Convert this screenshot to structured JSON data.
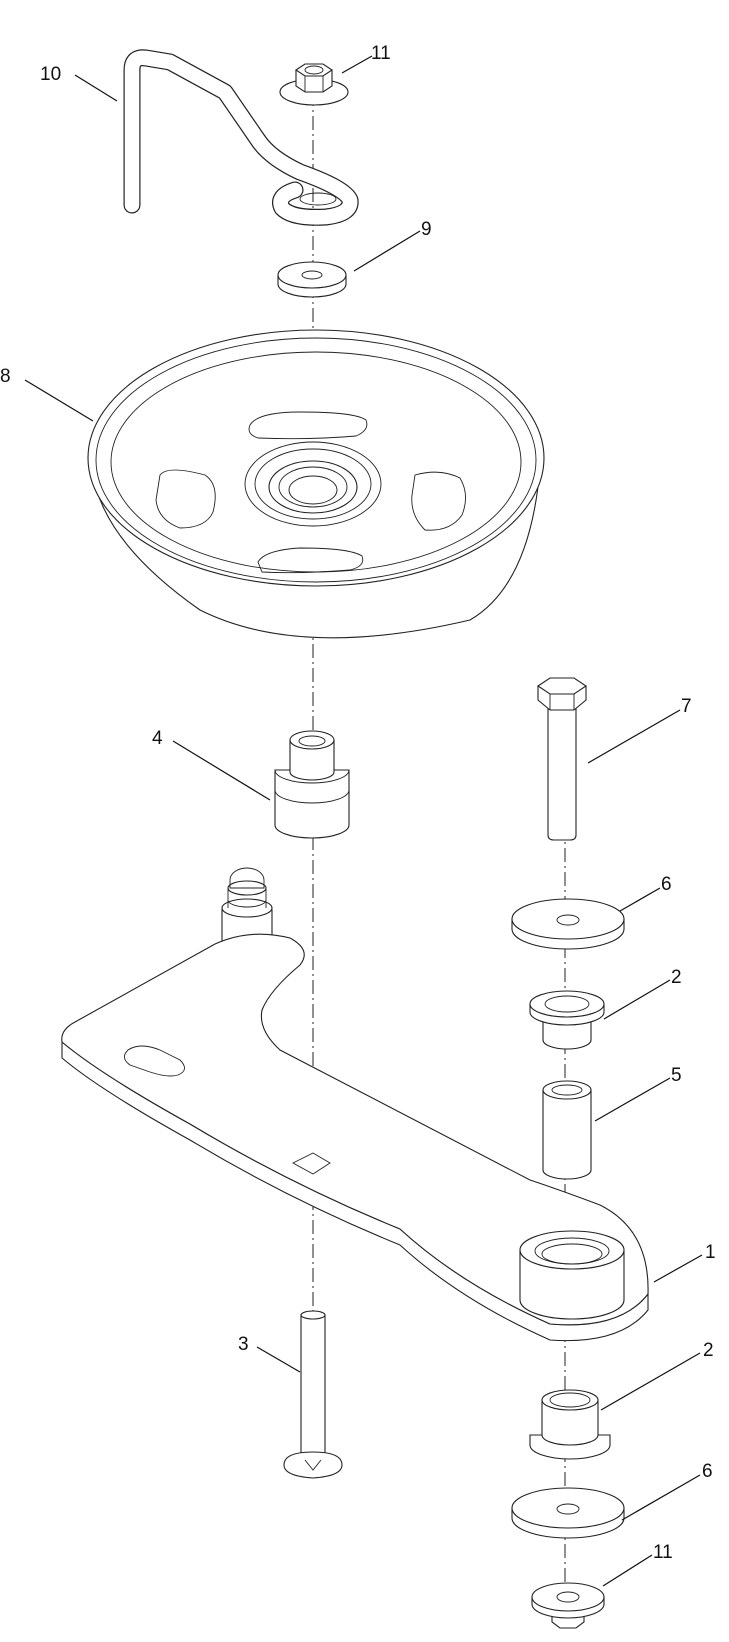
{
  "callouts": [
    "10",
    "11",
    "9",
    "8",
    "4",
    "7",
    "6",
    "2",
    "5",
    "1",
    "3",
    "2",
    "6",
    "11"
  ]
}
